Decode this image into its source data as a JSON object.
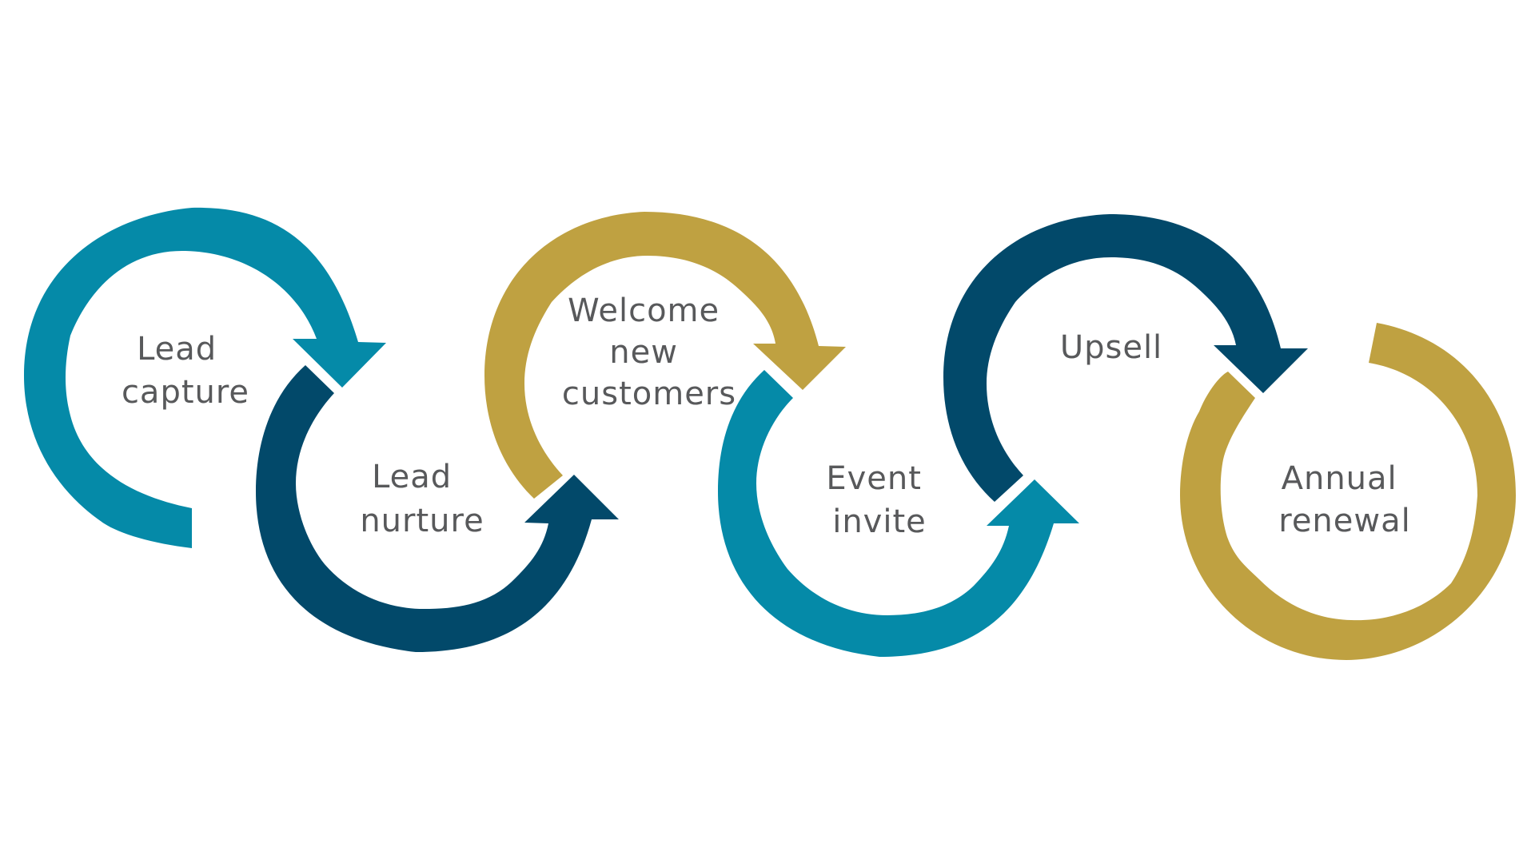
{
  "colors": {
    "teal": "#058aa8",
    "navy": "#02496a",
    "gold": "#bfa141",
    "label": "#58595b",
    "background": "#ffffff"
  },
  "stages": [
    {
      "id": "lead-capture",
      "lines": [
        "Lead",
        "capture"
      ],
      "color": "teal"
    },
    {
      "id": "lead-nurture",
      "lines": [
        "Lead",
        "nurture"
      ],
      "color": "navy"
    },
    {
      "id": "welcome-new-customers",
      "lines": [
        "Welcome",
        "new",
        "customers"
      ],
      "color": "gold"
    },
    {
      "id": "event-invite",
      "lines": [
        "Event",
        "invite"
      ],
      "color": "teal"
    },
    {
      "id": "upsell",
      "lines": [
        "Upsell"
      ],
      "color": "navy"
    },
    {
      "id": "annual-renewal",
      "lines": [
        "Annual",
        "renewal"
      ],
      "color": "gold"
    }
  ]
}
